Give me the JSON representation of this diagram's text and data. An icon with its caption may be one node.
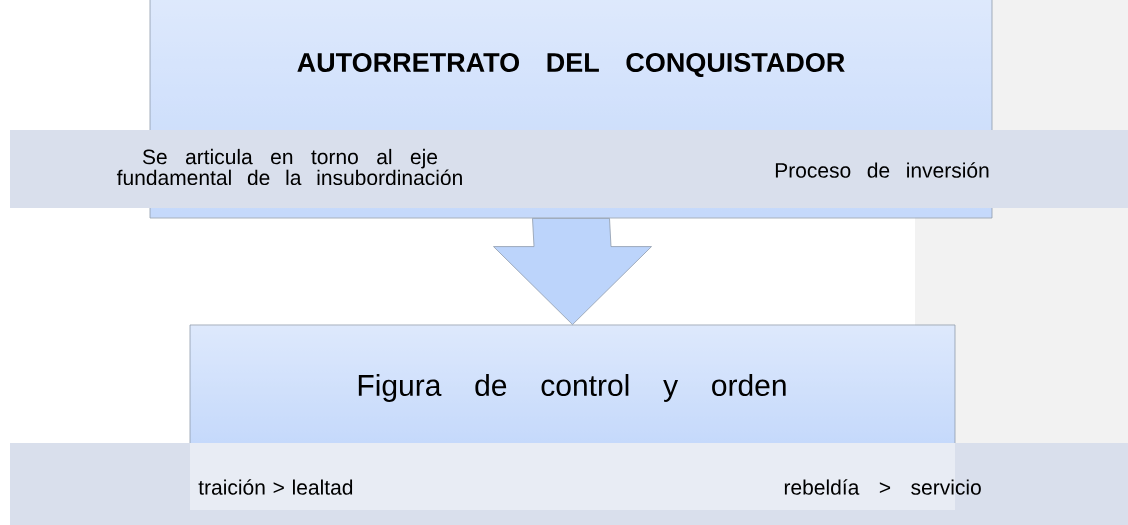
{
  "diagram": {
    "nodes": [
      {
        "text": [
          "AUTORRETRATO DEL CONQUISTADOR"
        ]
      },
      {
        "text": [
          "Se articula en torno al eje fundamental de la insubordinación",
          "Proceso de inversión"
        ]
      },
      {
        "text": [
          "Figura de control y orden"
        ]
      },
      {
        "text": [
          "traición > lealtad",
          "rebeldía  > servicio"
        ]
      }
    ],
    "edges": [
      {
        "from": 0,
        "to": 2,
        "arrow": "to"
      }
    ]
  }
}
